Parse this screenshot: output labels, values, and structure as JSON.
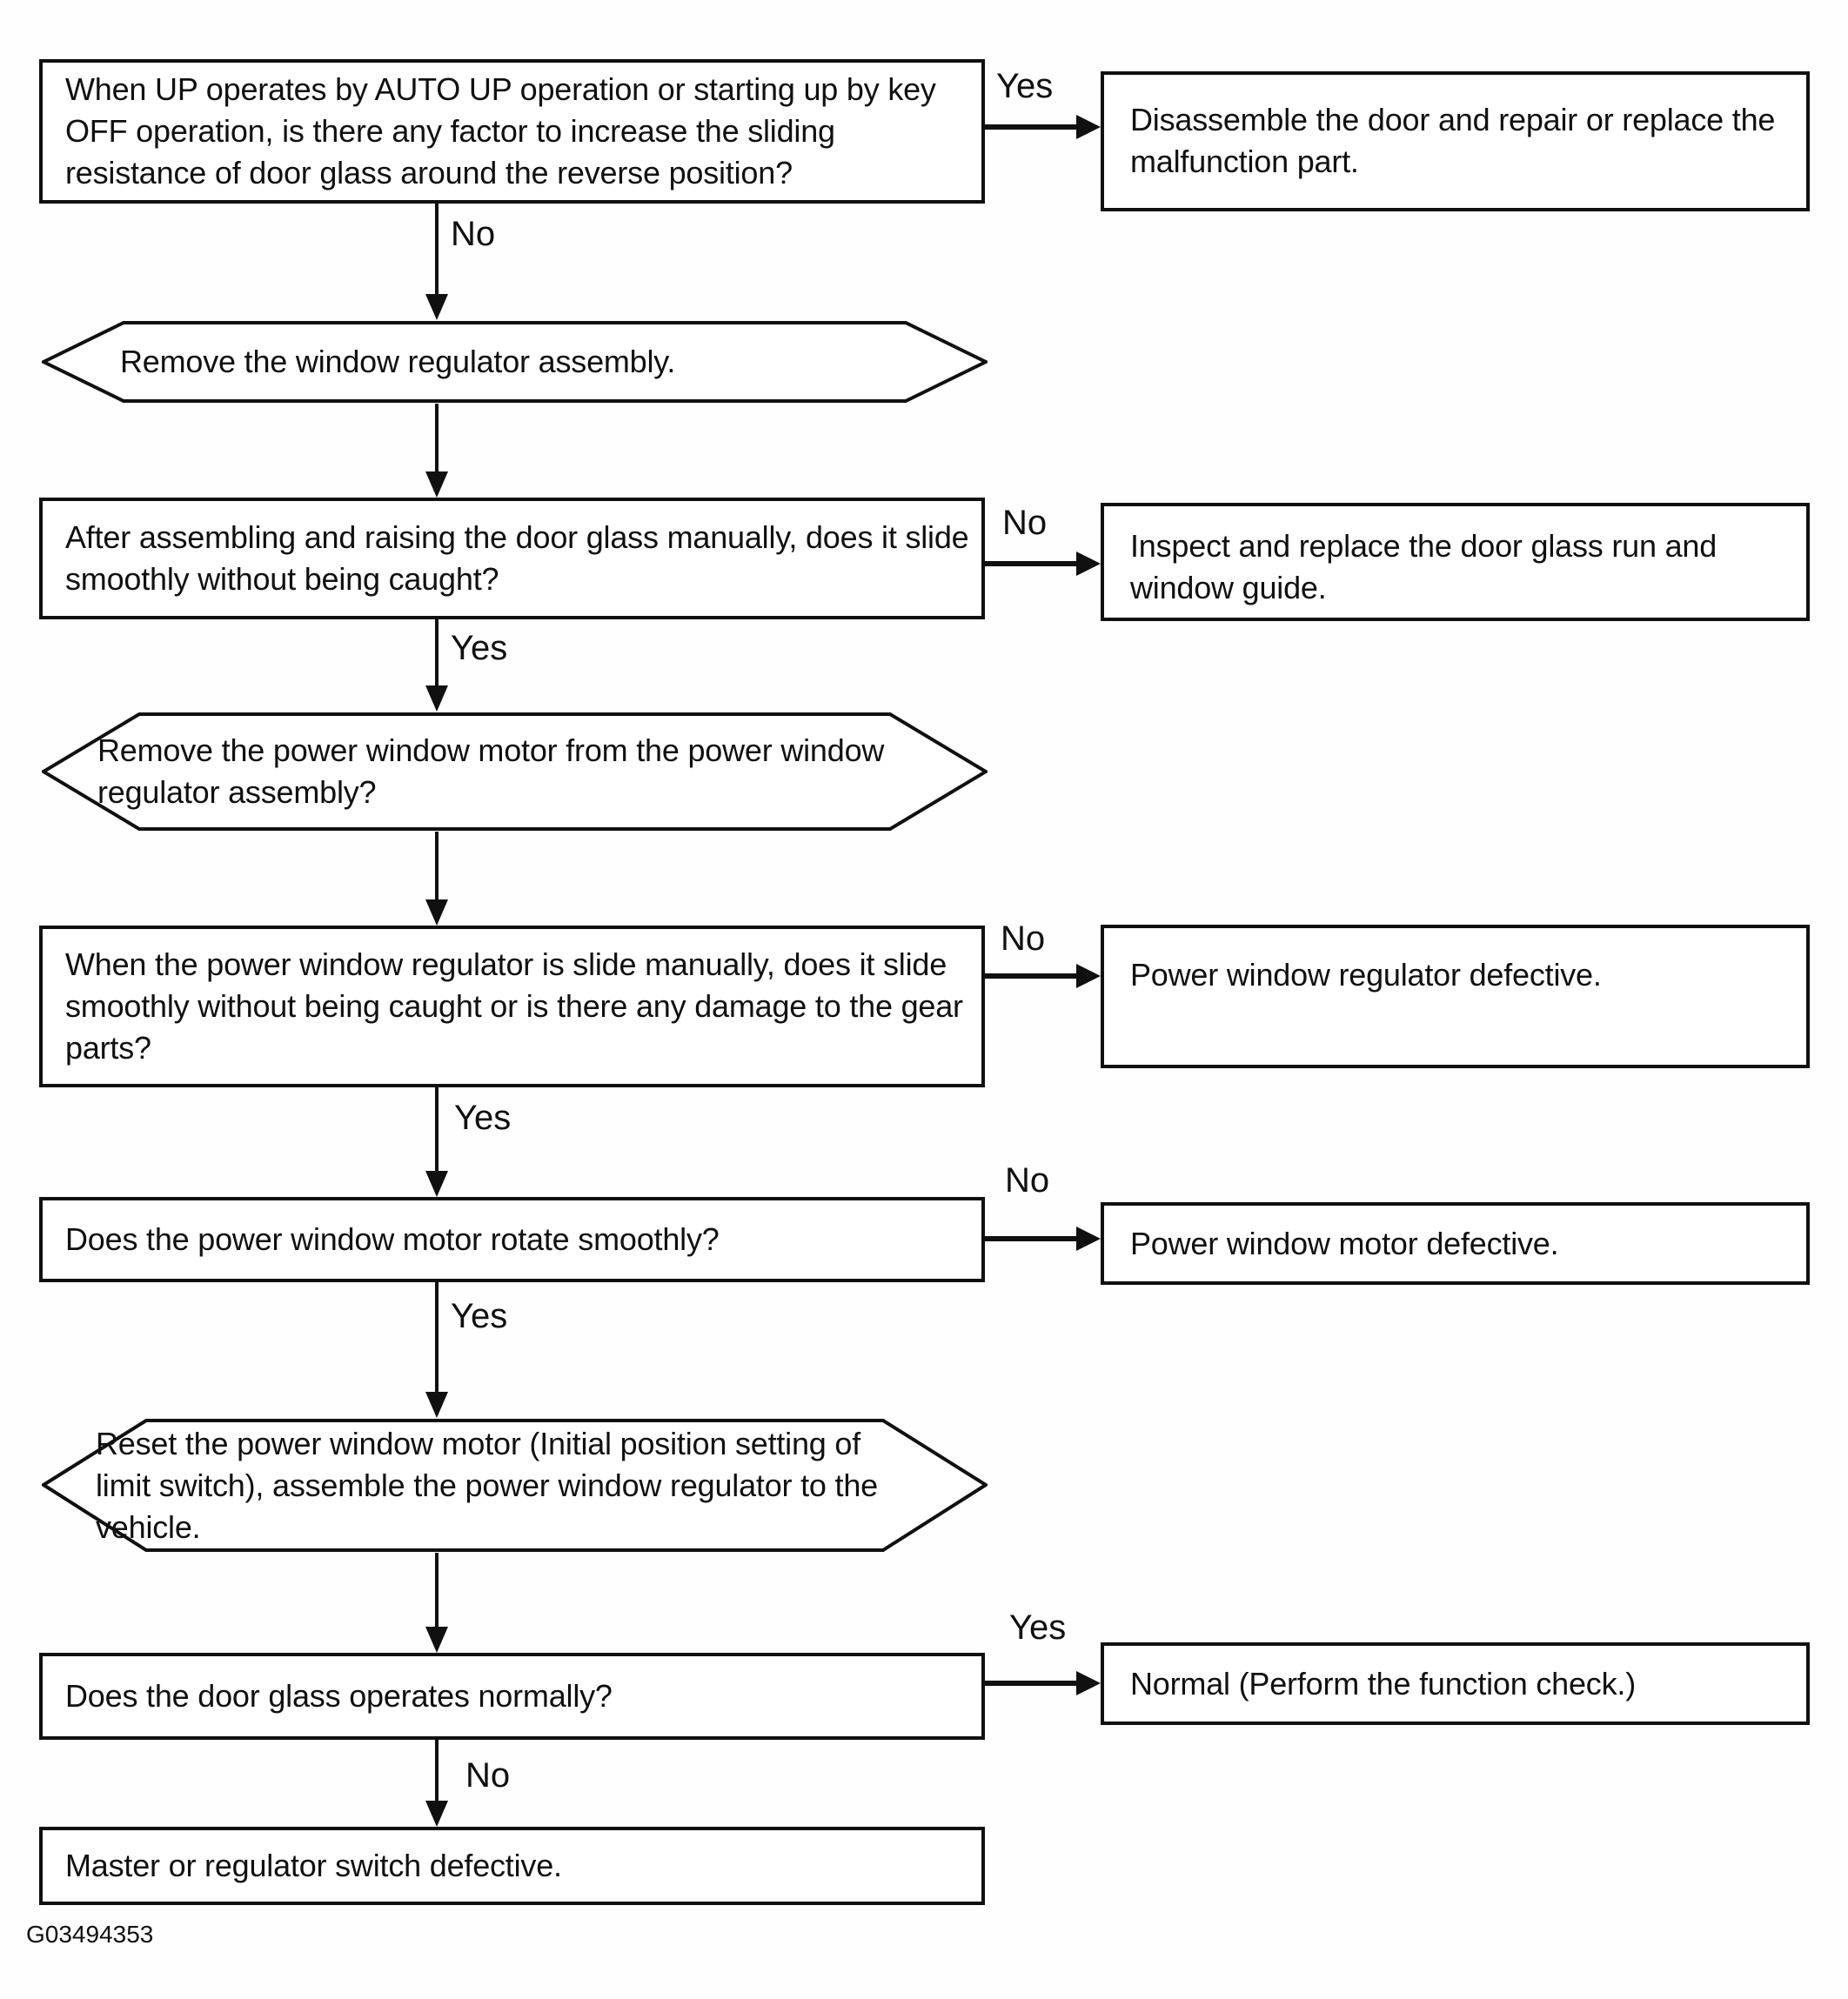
{
  "figure": {
    "caption": "G03494353"
  },
  "colors": {
    "ink": "#101010",
    "paper": "#fefefe",
    "node_fill": "#ffffff"
  },
  "nodes": {
    "q1": {
      "kind": "decision",
      "text": "When UP operates by AUTO UP operation or starting up by key OFF operation, is there any factor to increase the sliding resistance of door glass around the reverse position?"
    },
    "a1": {
      "kind": "result",
      "text": "Disassemble the door and repair or replace the malfunction part."
    },
    "h1": {
      "kind": "action",
      "text": "Remove the window regulator assembly."
    },
    "q2": {
      "kind": "decision",
      "text": "After assembling and raising the door glass manually, does it slide smoothly without being caught?"
    },
    "a2": {
      "kind": "result",
      "text": "Inspect and replace the door glass run and window guide."
    },
    "h2": {
      "kind": "action",
      "text": "Remove the power window motor from the power window regulator assembly?"
    },
    "q3": {
      "kind": "decision",
      "text": "When the power window regulator is slide manually, does it slide smoothly without being caught or is there any damage to the gear parts?"
    },
    "a3": {
      "kind": "result",
      "text": "Power window regulator defective."
    },
    "q4": {
      "kind": "decision",
      "text": "Does the power window motor rotate smoothly?"
    },
    "a4": {
      "kind": "result",
      "text": "Power window motor defective."
    },
    "h3": {
      "kind": "action",
      "text": "Reset the power window motor (Initial position setting of limit switch), assemble the power window regulator to the vehicle."
    },
    "q5": {
      "kind": "decision",
      "text": "Does the door glass operates normally?"
    },
    "a5": {
      "kind": "result",
      "text": "Normal (Perform the function check.)"
    },
    "n6": {
      "kind": "result",
      "text": "Master or regulator switch defective."
    }
  },
  "edges": {
    "q1_yes": "Yes",
    "q1_no": "No",
    "q2_no": "No",
    "q2_yes": "Yes",
    "q3_no": "No",
    "q3_yes": "Yes",
    "q4_no": "No",
    "q4_yes": "Yes",
    "q5_yes": "Yes",
    "q5_no": "No"
  }
}
